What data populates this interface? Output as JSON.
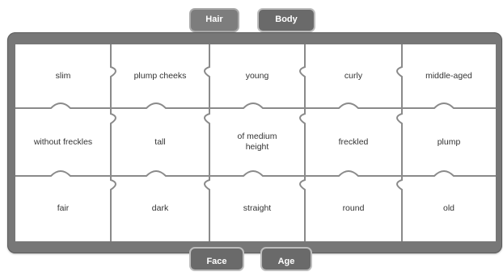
{
  "tabs_top": [
    {
      "label": "Hair",
      "active": true
    },
    {
      "label": "Body",
      "active": false
    }
  ],
  "tabs_bottom": [
    {
      "label": "Face"
    },
    {
      "label": "Age"
    }
  ],
  "pieces": [
    [
      "slim",
      "plump cheeks",
      "young",
      "curly",
      "middle-aged"
    ],
    [
      "without freckles",
      "tall",
      "of medium height",
      "freckled",
      "plump"
    ],
    [
      "fair",
      "dark",
      "straight",
      "round",
      "old"
    ]
  ],
  "colors": {
    "board": "#777777",
    "tab_active": "#7d7d7d",
    "tab_inactive": "#6a6a6a",
    "piece_line": "#8a8a8a"
  }
}
